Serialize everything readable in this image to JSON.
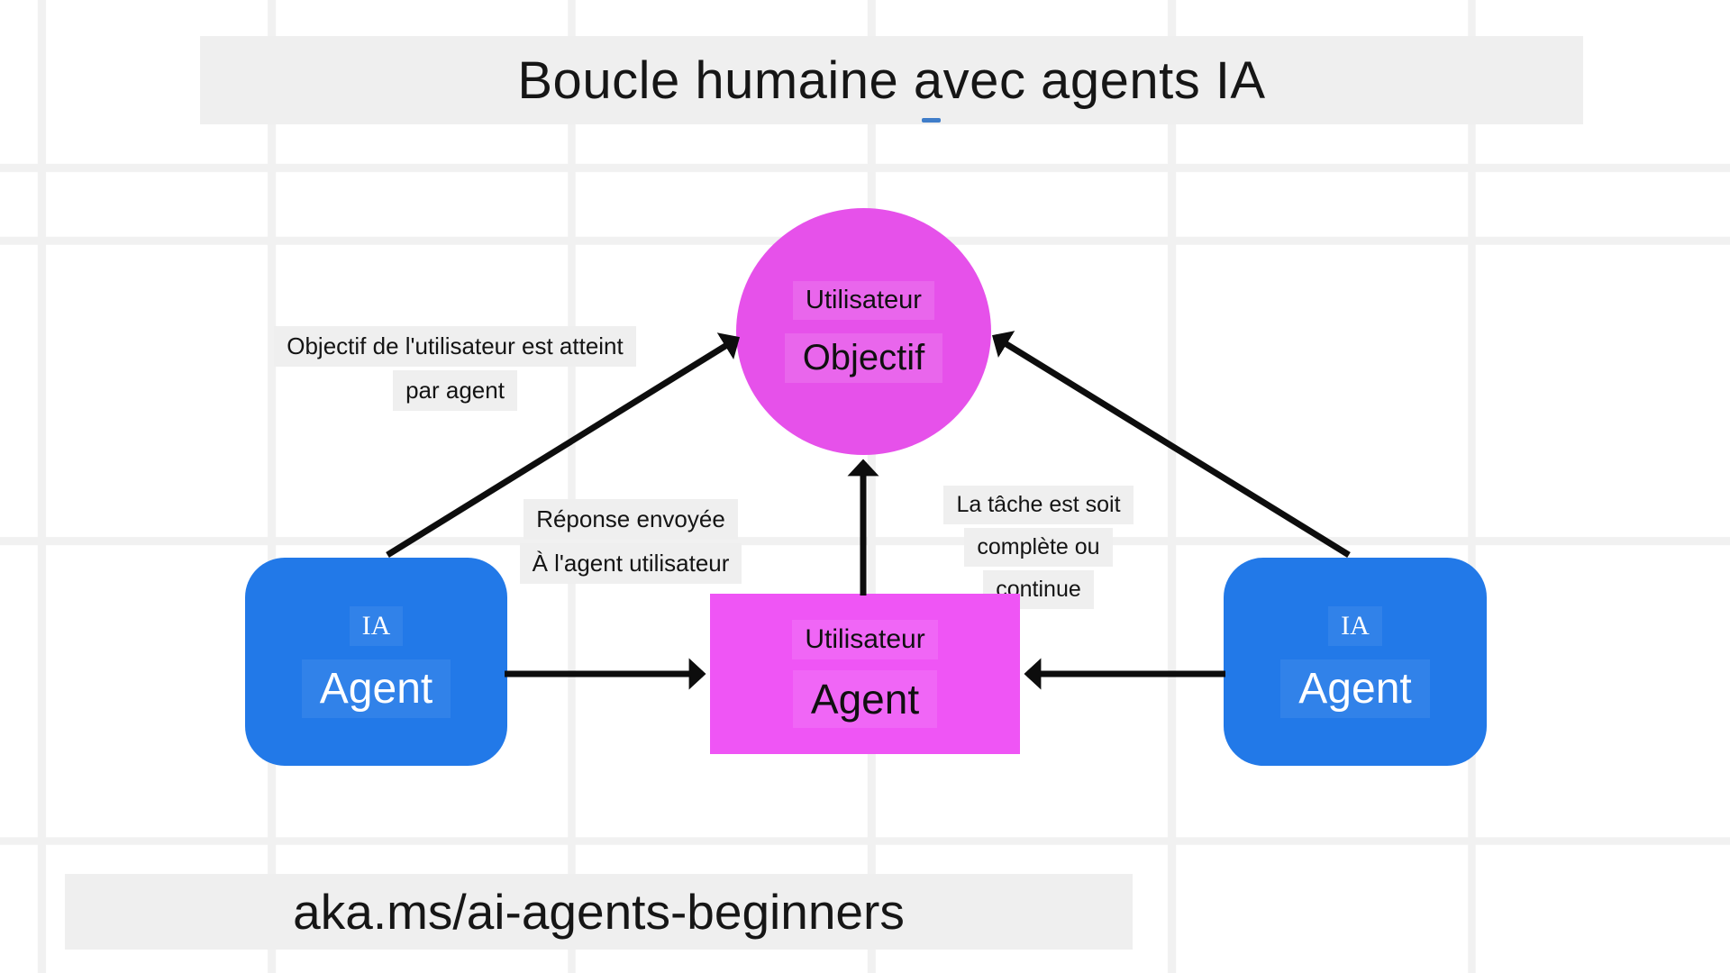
{
  "title": "Boucle humaine avec agents IA",
  "footer_link": "aka.ms/ai-agents-beginners",
  "nodes": {
    "user_goal": {
      "line1": "Utilisateur",
      "line2": "Objectif"
    },
    "user_agent": {
      "line1": "Utilisateur",
      "line2": "Agent"
    },
    "ai_agent_left": {
      "line1": "IA",
      "line2": "Agent"
    },
    "ai_agent_right": {
      "line1": "IA",
      "line2": "Agent"
    }
  },
  "edge_labels": {
    "goal_reached": {
      "line1": "Objectif de l'utilisateur est atteint",
      "line2": "par agent"
    },
    "response_sent": {
      "line1": "Réponse envoyée",
      "line2": "À l'agent utilisateur"
    },
    "task_status": {
      "line1": "La tâche est soit",
      "line2": "complète ou",
      "line3": "continue"
    }
  },
  "colors": {
    "magenta_circle": "#e651ea",
    "magenta_rect": "#ef55f5",
    "blue_box": "#2279e8",
    "highlight_gray": "#efefef",
    "grid_line": "#f1f1f1",
    "arrow_black": "#0d0d0d",
    "blue_dash": "#3f7dc9"
  }
}
